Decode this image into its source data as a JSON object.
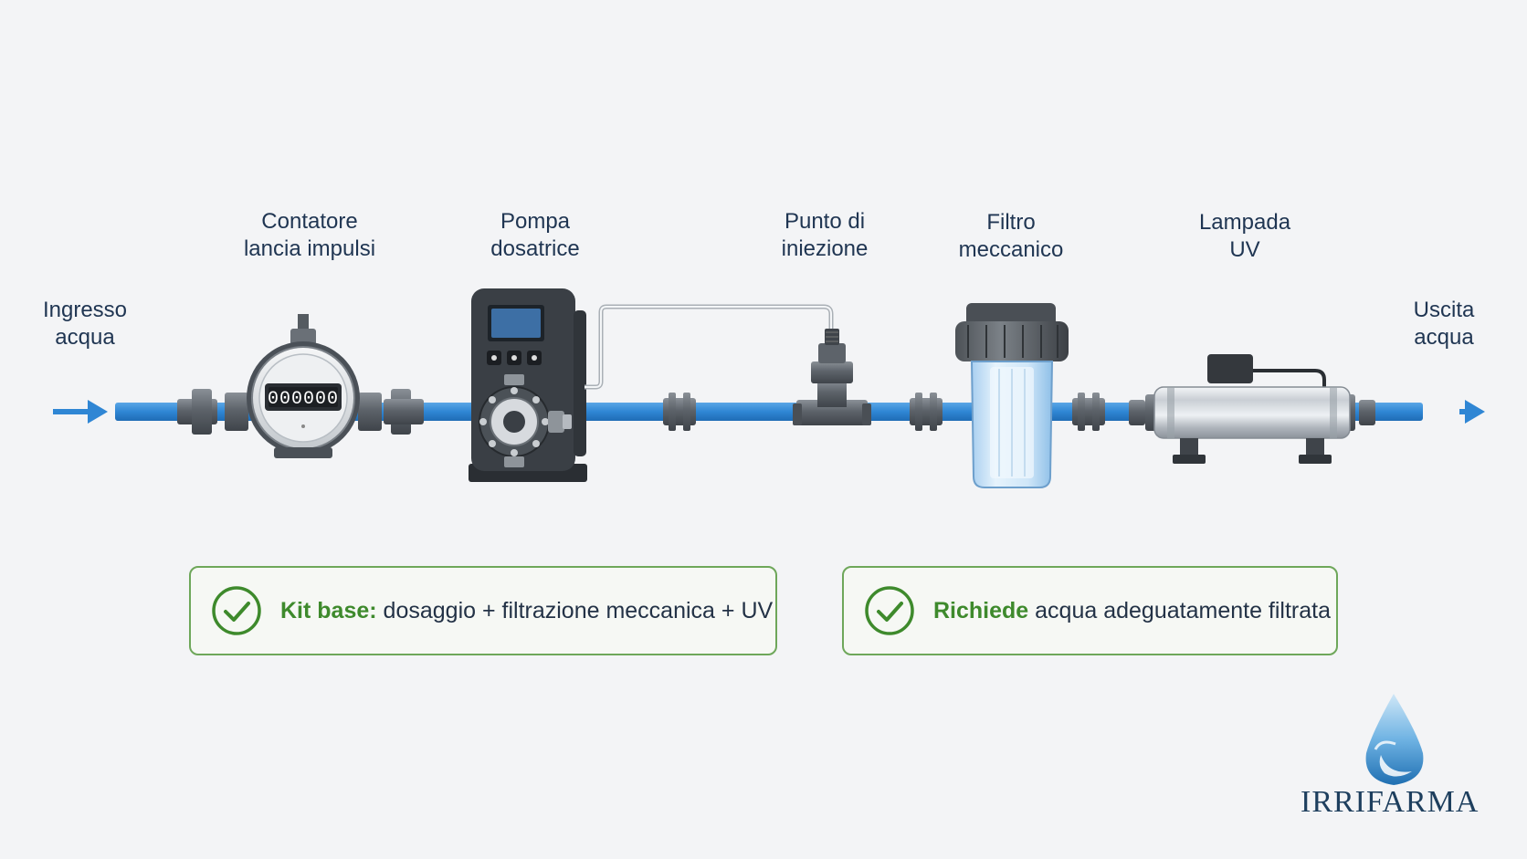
{
  "stages": {
    "inlet": {
      "line1": "Ingresso",
      "line2": "acqua"
    },
    "meter": {
      "line1": "Contatore",
      "line2": "lancia impulsi",
      "display": "000000"
    },
    "pump": {
      "line1": "Pompa",
      "line2": "dosatrice"
    },
    "injection": {
      "line1": "Punto di",
      "line2": "iniezione"
    },
    "filter": {
      "line1": "Filtro",
      "line2": "meccanico"
    },
    "uv": {
      "line1": "Lampada",
      "line2": "UV"
    },
    "outlet": {
      "line1": "Uscita",
      "line2": "acqua"
    }
  },
  "notes": [
    {
      "strong": "Kit base:",
      "text": "dosaggio + filtrazione meccanica + UV",
      "icon": "check-circle-icon"
    },
    {
      "strong": "Richiede",
      "text": "acqua adeguatamente filtrata",
      "icon": "check-circle-icon"
    }
  ],
  "brand": {
    "name": "IRRIFARMA",
    "icon": "water-drop-logo"
  },
  "colors": {
    "pipe": "#2f86d4",
    "arrow": "#2f86d4",
    "accent_green": "#3e8a2c",
    "label_text": "#1f3552",
    "background": "#f3f4f6"
  }
}
